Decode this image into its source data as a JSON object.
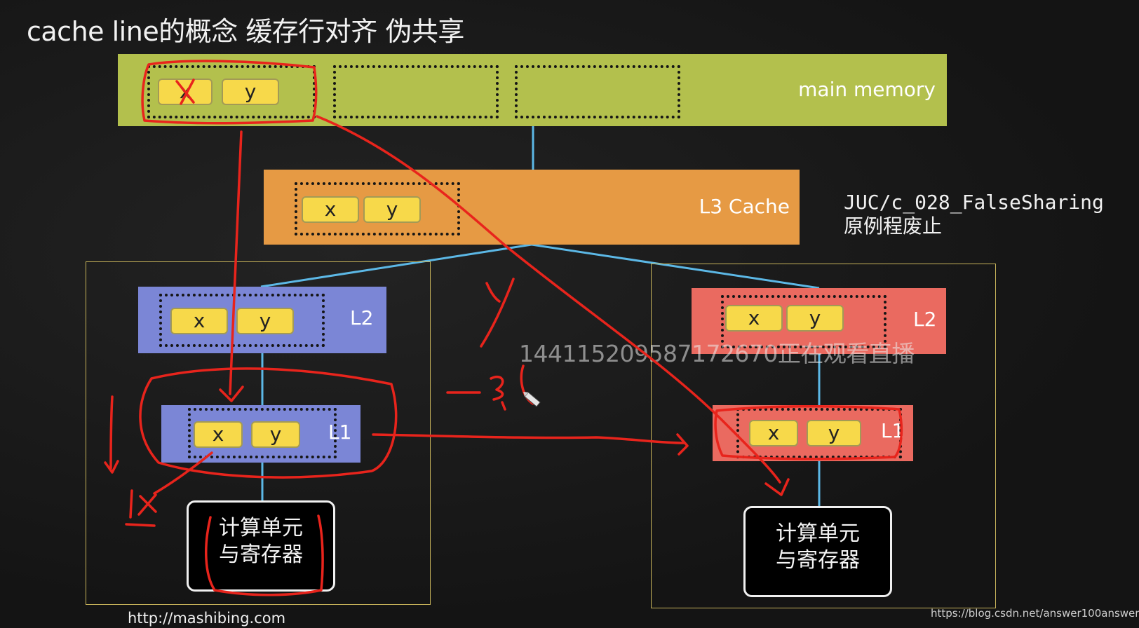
{
  "title": "cache line的概念 缓存行对齐 伪共享",
  "main_memory": {
    "label": "main memory",
    "cells": [
      "x",
      "y"
    ]
  },
  "l3_cache": {
    "label": "L3 Cache",
    "cells": [
      "x",
      "y"
    ]
  },
  "left_core": {
    "l2": {
      "label": "L2",
      "cells": [
        "x",
        "y"
      ]
    },
    "l1": {
      "label": "L1",
      "cells": [
        "x",
        "y"
      ]
    },
    "cpu": {
      "line1": "计算单元",
      "line2": "与寄存器"
    }
  },
  "right_core": {
    "l2": {
      "label": "L2",
      "cells": [
        "x",
        "y"
      ]
    },
    "l1": {
      "label": "L1",
      "cells": [
        "x",
        "y"
      ]
    },
    "cpu": {
      "line1": "计算单元",
      "line2": "与寄存器"
    }
  },
  "note": {
    "line1": "JUC/c_028_FalseSharing",
    "line2": "原例程废止"
  },
  "watermark": "1441152095871726​70正在观看直播",
  "footer": {
    "site_left": "http://mashibing.com",
    "site_right": "https://blog.csdn.net/answer100answer"
  },
  "colors": {
    "main_memory": "#b3c04d",
    "l3_cache": "#e69a44",
    "left_core": "#7b86d6",
    "right_core": "#ea6a60",
    "cell": "#f7d94a",
    "connector": "#5cb8e6",
    "annotation": "#e8241c"
  }
}
